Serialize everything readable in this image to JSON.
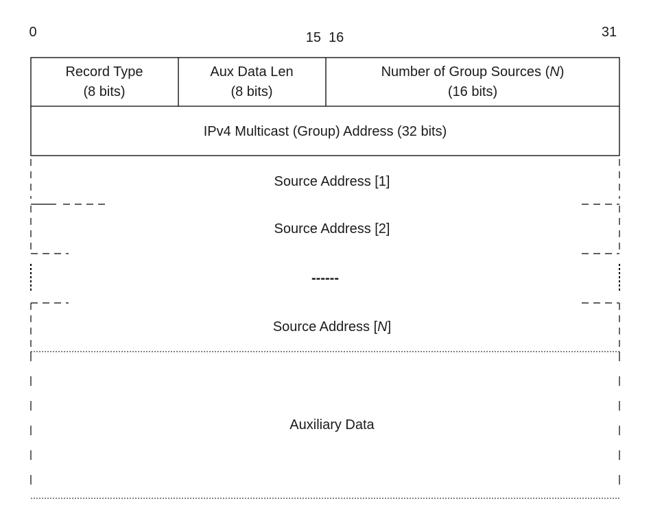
{
  "bit_ruler": {
    "start": "0",
    "mid_left": "15",
    "mid_right": "16",
    "end": "31"
  },
  "fields": {
    "record_type": {
      "name": "Record Type",
      "size": "(8 bits)"
    },
    "aux_data_len": {
      "name": "Aux Data Len",
      "size": "(8 bits)"
    },
    "num_sources": {
      "name": "Number of Group Sources (",
      "var": "N",
      "suffix": ")",
      "size": "(16 bits)"
    },
    "multicast_address": {
      "name": "IPv4 Multicast (Group) Address (32 bits)"
    },
    "source_1": {
      "name": "Source Address [1]"
    },
    "source_2": {
      "name": "Source Address [2]"
    },
    "ellipsis": "------",
    "source_n": {
      "name": "Source Address [",
      "var": "N",
      "suffix": "]"
    },
    "auxiliary_data": {
      "name": "Auxiliary Data"
    }
  }
}
